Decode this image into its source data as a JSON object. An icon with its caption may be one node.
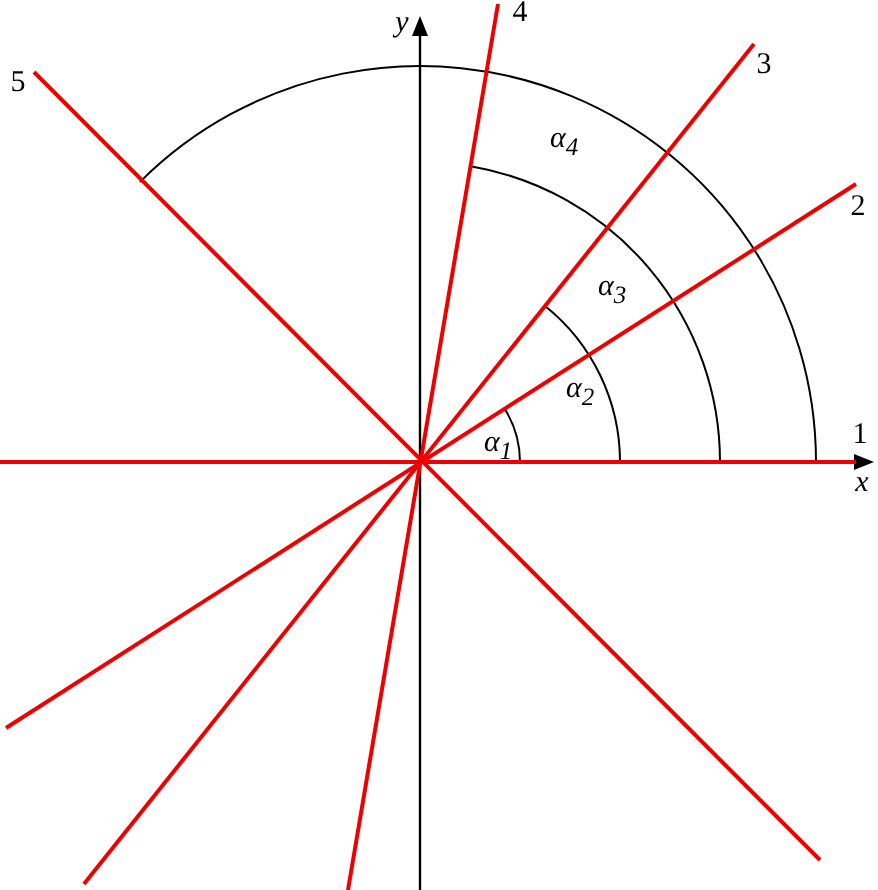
{
  "diagram": {
    "labels": [
      "y",
      "4",
      "3",
      "5",
      "2",
      "α$_{4}$",
      "α$_{3}$",
      "α$_{2}$",
      "α$_{1}$",
      "1",
      "x"
    ]
  }
}
